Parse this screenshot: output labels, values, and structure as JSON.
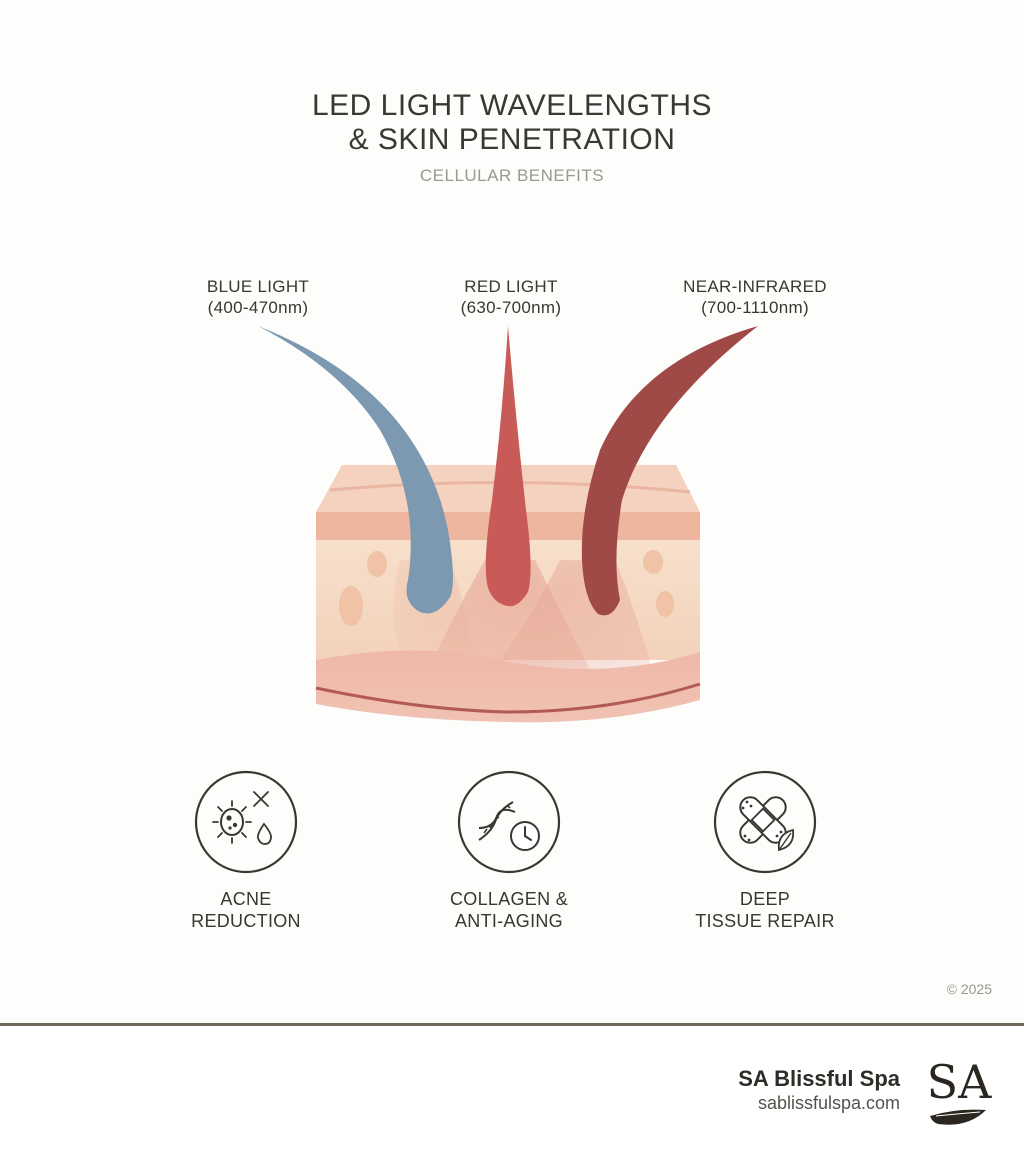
{
  "title_line1": "LED LIGHT WAVELENGTHS",
  "title_line2": "& SKIN PENETRATION",
  "subtitle": "CELLULAR BENEFITS",
  "wavelengths": [
    {
      "name": "BLUE LIGHT",
      "range": "(400-470nm)",
      "color": "#7d99b2"
    },
    {
      "name": "RED LIGHT",
      "range": "(630-700nm)",
      "color": "#c85a58"
    },
    {
      "name": "NEAR-INFRARED",
      "range": "(700-1110nm)",
      "color": "#a04a48"
    }
  ],
  "benefits": [
    {
      "line1": "ACNE",
      "line2": "REDUCTION",
      "icon": "bacteria-icon"
    },
    {
      "line1": "COLLAGEN &",
      "line2": "ANTI-AGING",
      "icon": "dna-clock-icon"
    },
    {
      "line1": "DEEP",
      "line2": "TISSUE REPAIR",
      "icon": "bandage-leaf-icon"
    }
  ],
  "copyright": "© 2025",
  "footer": {
    "brand_name": "SA Blissful Spa",
    "brand_url": "sablissfulspa.com",
    "logo_text": "SA"
  },
  "colors": {
    "skin_top": "#f4c9b6",
    "skin_dermis": "#f6dcc6",
    "skin_base": "#eeb2a2",
    "icon_stroke": "#3a3732",
    "footer_rule": "#6e6659"
  }
}
